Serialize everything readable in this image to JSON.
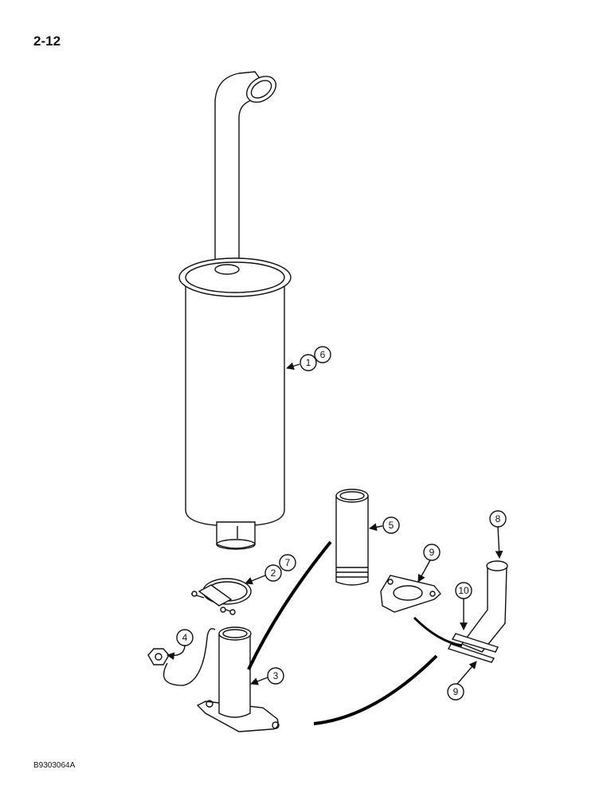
{
  "page": {
    "number": "2-12",
    "figure_code": "B9303064A"
  },
  "callouts": {
    "c1": "1",
    "c6": "6",
    "c2": "2",
    "c7": "7",
    "c3": "3",
    "c4": "4",
    "c5": "5",
    "c8": "8",
    "c9a": "9",
    "c9b": "9",
    "c10": "10"
  }
}
